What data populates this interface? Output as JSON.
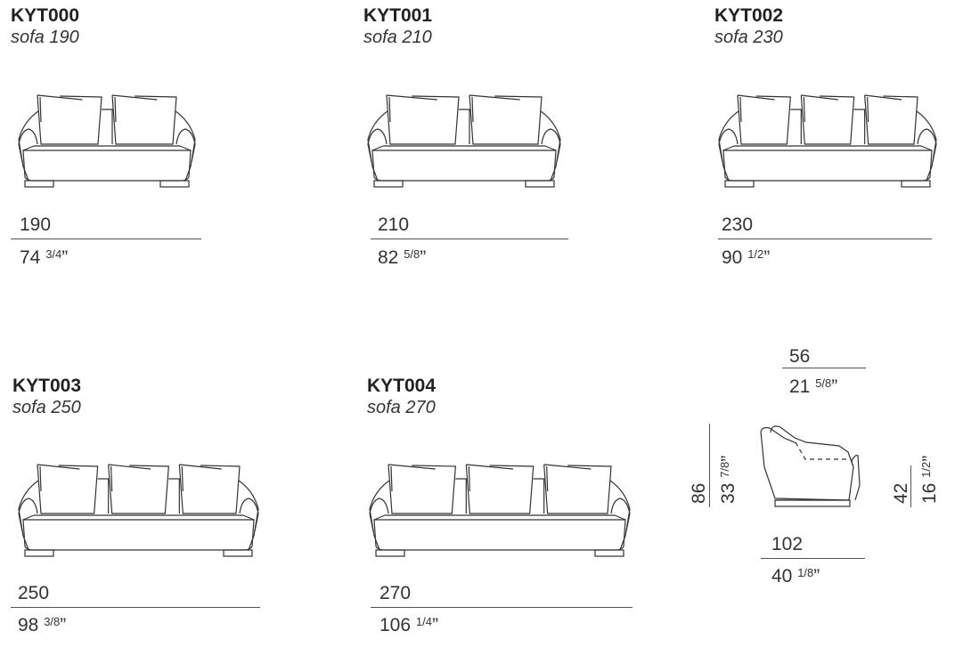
{
  "models": [
    {
      "code": "KYT000",
      "name": "sofa 190",
      "cm": "190",
      "in_whole": "74",
      "in_frac": "3/4",
      "cushions": 2
    },
    {
      "code": "KYT001",
      "name": "sofa 210",
      "cm": "210",
      "in_whole": "82",
      "in_frac": "5/8",
      "cushions": 2
    },
    {
      "code": "KYT002",
      "name": "sofa 230",
      "cm": "230",
      "in_whole": "90",
      "in_frac": "1/2",
      "cushions": 3
    },
    {
      "code": "KYT003",
      "name": "sofa 250",
      "cm": "250",
      "in_whole": "98",
      "in_frac": "3/8",
      "cushions": 3
    },
    {
      "code": "KYT004",
      "name": "sofa 270",
      "cm": "270",
      "in_whole": "106",
      "in_frac": "1/4",
      "cushions": 3
    }
  ],
  "side_view": {
    "depth_cm": "56",
    "depth_in_whole": "21",
    "depth_in_frac": "5/8",
    "height_cm": "86",
    "height_in_whole": "33",
    "height_in_frac": "7/8",
    "seat_cm": "42",
    "seat_in_whole": "16",
    "seat_in_frac": "1/2",
    "length_cm": "102",
    "length_in_whole": "40",
    "length_in_frac": "1/8"
  },
  "inch_mark": "”"
}
